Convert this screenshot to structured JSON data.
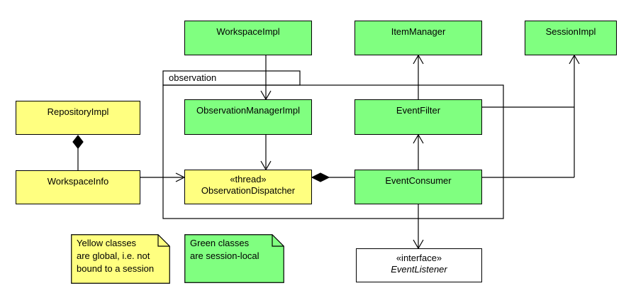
{
  "package": {
    "label": "observation"
  },
  "classes": {
    "workspace_impl": {
      "name": "WorkspaceImpl"
    },
    "item_manager": {
      "name": "ItemManager"
    },
    "session_impl": {
      "name": "SessionImpl"
    },
    "repository_impl": {
      "name": "RepositoryImpl"
    },
    "workspace_info": {
      "name": "WorkspaceInfo"
    },
    "observation_manager_impl": {
      "name": "ObservationManagerImpl"
    },
    "event_filter": {
      "name": "EventFilter"
    },
    "observation_dispatcher": {
      "stereotype": "«thread»",
      "name": "ObservationDispatcher"
    },
    "event_consumer": {
      "name": "EventConsumer"
    },
    "event_listener": {
      "stereotype": "«interface»",
      "name": "EventListener"
    }
  },
  "notes": {
    "yellow": {
      "lines": [
        "Yellow classes",
        "are global, i.e. not",
        "bound to a session"
      ]
    },
    "green": {
      "lines": [
        "Green classes",
        "are session-local"
      ]
    }
  },
  "relationships": [
    {
      "from": "WorkspaceImpl",
      "to": "ObservationManagerImpl",
      "type": "arrow"
    },
    {
      "from": "ObservationManagerImpl",
      "to": "ObservationDispatcher",
      "type": "arrow"
    },
    {
      "from": "WorkspaceInfo",
      "to": "ObservationDispatcher",
      "type": "arrow"
    },
    {
      "from": "EventConsumer",
      "to": "EventFilter",
      "type": "arrow"
    },
    {
      "from": "EventFilter",
      "to": "ItemManager",
      "type": "arrow"
    },
    {
      "from": "EventConsumer",
      "to": "EventListener",
      "type": "arrow"
    },
    {
      "from": "EventFilter",
      "to": "SessionImpl",
      "type": "arrow"
    },
    {
      "from": "EventConsumer",
      "to": "SessionImpl",
      "type": "arrow"
    },
    {
      "from": "RepositoryImpl",
      "to": "WorkspaceInfo",
      "type": "composition"
    },
    {
      "from": "ObservationDispatcher",
      "to": "EventConsumer",
      "type": "composition"
    }
  ],
  "colors": {
    "class_green": "#80ff80",
    "class_yellow": "#ffff80",
    "note_green": "#80ff80",
    "note_yellow": "#ffff80",
    "line": "#000000",
    "background": "#ffffff"
  }
}
